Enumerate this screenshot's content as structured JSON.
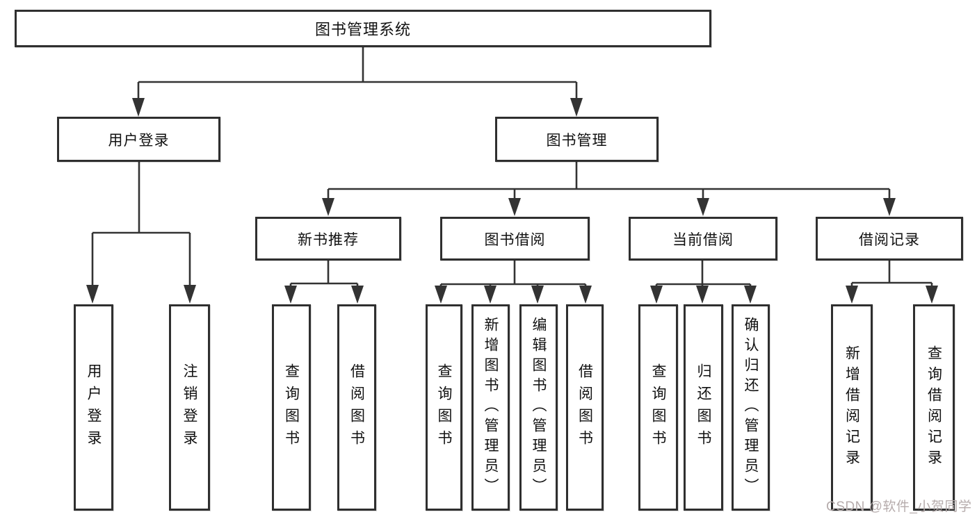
{
  "diagram": {
    "title": "图书管理系统",
    "level2": [
      {
        "label": "用户登录"
      },
      {
        "label": "图书管理"
      }
    ],
    "user_login_children": [
      "用户登录",
      "注销登录"
    ],
    "modules": [
      {
        "label": "新书推荐",
        "children": [
          "查询图书",
          "借阅图书"
        ]
      },
      {
        "label": "图书借阅",
        "children": [
          "查询图书",
          "新增图书（管理员）",
          "编辑图书（管理员）",
          "借阅图书"
        ]
      },
      {
        "label": "当前借阅",
        "children": [
          "查询图书",
          "归还图书",
          "确认归还（管理员）"
        ]
      },
      {
        "label": "借阅记录",
        "children": [
          "新增借阅记录",
          "查询借阅记录"
        ]
      }
    ]
  },
  "watermark": {
    "text": "CSDN @软件_小贺同学"
  },
  "colors": {
    "line": "#333333",
    "box_border": "#2f2f2f",
    "text": "#111111",
    "watermark": "#b6acac",
    "background": "#ffffff"
  }
}
